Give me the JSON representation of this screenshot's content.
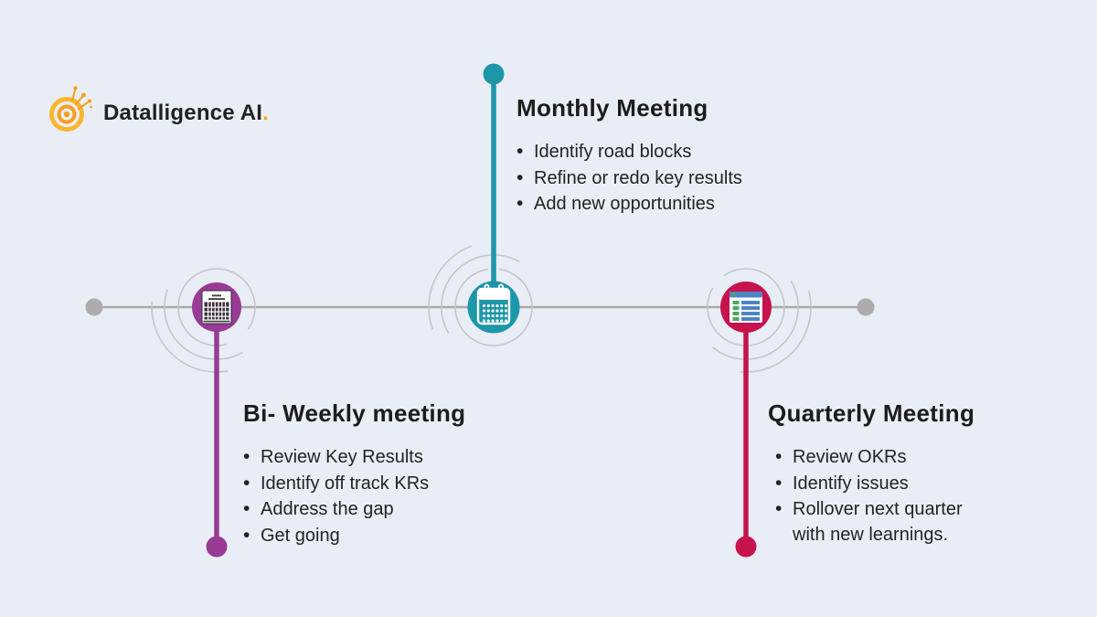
{
  "logo": {
    "name": "Datalligence AI",
    "dot": ".",
    "icon": "target-circuit-icon"
  },
  "sections": {
    "monthly": {
      "title": "Monthly Meeting",
      "bullets": [
        "Identify road blocks",
        "Refine or redo key results",
        "Add new opportunities"
      ],
      "accent": "#1d96a8",
      "icon": "calendar-icon"
    },
    "biweekly": {
      "title": "Bi- Weekly meeting",
      "bullets": [
        "Review Key Results",
        "Identify off track KRs",
        "Address the gap",
        "Get going"
      ],
      "accent": "#983b94",
      "icon": "weekly-planner-icon"
    },
    "quarterly": {
      "title": "Quarterly Meeting",
      "bullets": [
        "Review OKRs",
        "Identify issues",
        "Rollover next quarter with new learnings."
      ],
      "accent": "#c6134d",
      "icon": "okr-list-icon"
    }
  },
  "colors": {
    "bg": "#e9edf5",
    "teal": "#1d96a8",
    "purple": "#983b94",
    "crimson": "#c6134d",
    "axis": "#a9a9a9",
    "axis-dot": "#acacac",
    "arc": "#c6c6c9",
    "title-text": "#1c1c1c",
    "body-text": "#232323",
    "logo-orange": "#f79f1a",
    "logo-yellow": "#fbb62f",
    "logo-dot": "#f0a51c",
    "logo-text": "#222222",
    "icon-blue": "#4d84c4",
    "icon-green": "#4aa75f",
    "icon-dark": "#3b3040"
  }
}
